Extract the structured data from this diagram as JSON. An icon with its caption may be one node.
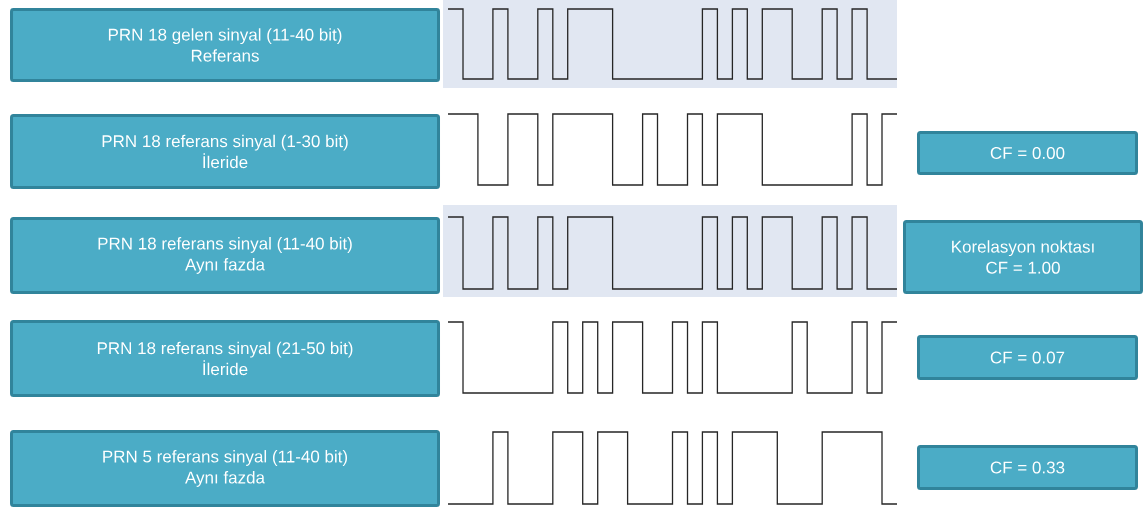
{
  "diagram": {
    "nodes": [
      {
        "text": [
          "PRN 18 gelen sinyal  (11-40  bit)",
          "Referans"
        ]
      },
      {
        "text": [
          "PRN 18 referans sinyal  (1-30 bit)",
          "İleride"
        ]
      },
      {
        "text": [
          "PRN 18 referans sinyal  (11-40  bit)",
          "Aynı fazda"
        ]
      },
      {
        "text": [
          "PRN 18 referans sinyal  (21-50  bit)",
          "İleride"
        ]
      },
      {
        "text": [
          "PRN 5 referans sinyal  (11-40  bit)",
          "Aynı fazda"
        ]
      },
      {
        "text": [
          "CF = 0.00"
        ]
      },
      {
        "text": [
          "Korelasyon noktası",
          "CF = 1.00"
        ]
      },
      {
        "text": [
          "CF = 0.07"
        ]
      },
      {
        "text": [
          "CF = 0.33"
        ]
      }
    ]
  }
}
